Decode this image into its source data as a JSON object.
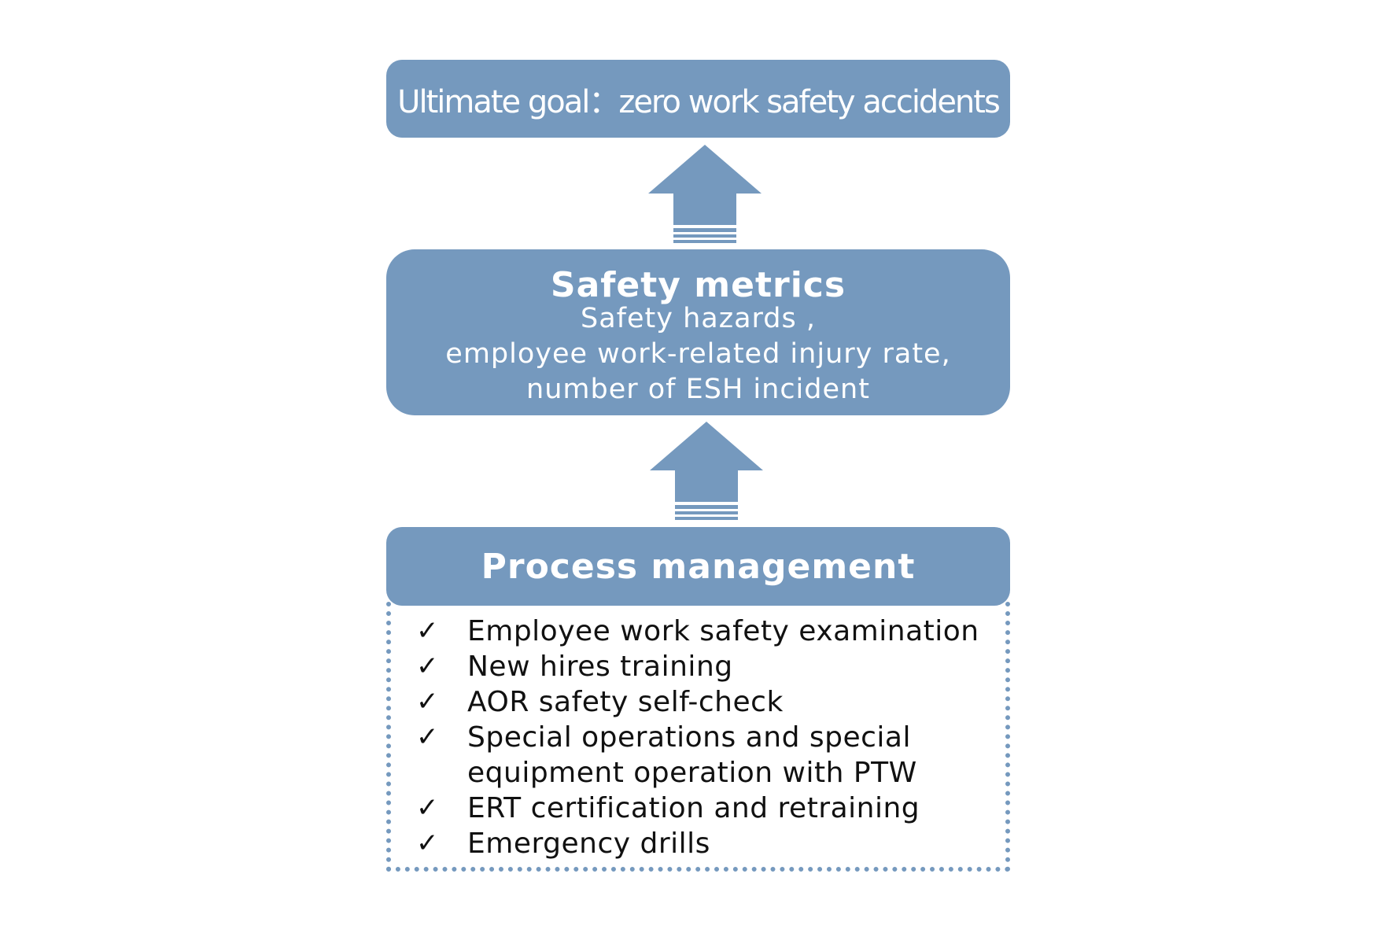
{
  "goal": {
    "title": "Ultimate goal：zero work safety accidents"
  },
  "metrics": {
    "title": "Safety metrics",
    "lines": [
      "Safety hazards ,",
      "employee work-related injury rate,",
      "number of ESH incident"
    ]
  },
  "process": {
    "title": "Process management",
    "check_symbol": "✓",
    "items": [
      "Employee work safety examination",
      "New hires training",
      "AOR safety self-check",
      "Special operations and special",
      "equipment operation with PTW",
      "ERT certification and retraining",
      "Emergency drills"
    ]
  },
  "colors": {
    "box_fill": "#7599be",
    "box_text": "#ffffff",
    "list_text": "#111111",
    "dotted_border": "#7599be"
  }
}
